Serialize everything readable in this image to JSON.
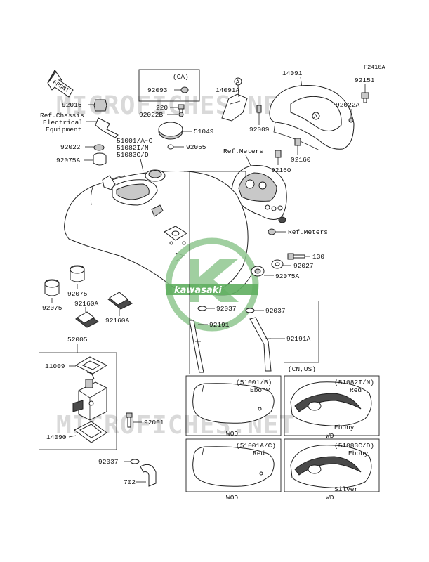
{
  "figure_code": "F2410A",
  "front_arrow_label": "FRONT",
  "watermark_text": "MICROFICHES.NET",
  "logo_text": "kawasaki",
  "colors": {
    "line": "#1f1f1f",
    "watermark": "#d9d9d9",
    "logo": "#8fc78f"
  },
  "callouts": {
    "p92093": "92093",
    "ca": "(CA)",
    "p220": "220",
    "p92022b": "92022B",
    "p51049": "51049",
    "p92055": "92055",
    "p14091a": "14091A",
    "p92009": "92009",
    "p14091": "14091",
    "p92151": "92151",
    "p92022a": "92022A",
    "ref_meters_top": "Ref.Meters",
    "p92160_l": "92160",
    "p92160_r": "92160",
    "ref_meters_bot": "Ref.Meters",
    "p92015": "92015",
    "ref_chassis_1": "Ref.Chassis",
    "ref_chassis_2": "Electrical",
    "ref_chassis_3": "Equipment",
    "p92022": "92022",
    "p92075a_l": "92075A",
    "tank_1": "51001/A~C",
    "tank_2": "51082I/N",
    "tank_3": "51083C/D",
    "p130": "130",
    "p92027": "92027",
    "p92075a_r": "92075A",
    "p92075_top": "92075",
    "p92075_bot": "92075",
    "p92160a_l": "92160A",
    "p92160a_r": "92160A",
    "p92037_l": "92037",
    "p92037_r": "92037",
    "p92191": "92191",
    "p92191a": "92191A",
    "cn_us": "(CN,US)",
    "p52005": "52005",
    "p11009": "11009",
    "p92001": "92001",
    "p14090": "14090",
    "p92037_b": "92037",
    "p702": "702",
    "circle_a1": "A",
    "circle_a2": "A"
  },
  "variants": [
    {
      "code": "(51001/B)",
      "color": "Ebony",
      "color2": "",
      "note": "WOD"
    },
    {
      "code": "(51082I/N)",
      "color": "Red",
      "color2": "Ebony",
      "note": "WD"
    },
    {
      "code": "(51001A/C)",
      "color": "Red",
      "color2": "",
      "note": "WOD"
    },
    {
      "code": "(51083C/D)",
      "color": "Ebony",
      "color2": "Silver",
      "note": "WD"
    }
  ]
}
